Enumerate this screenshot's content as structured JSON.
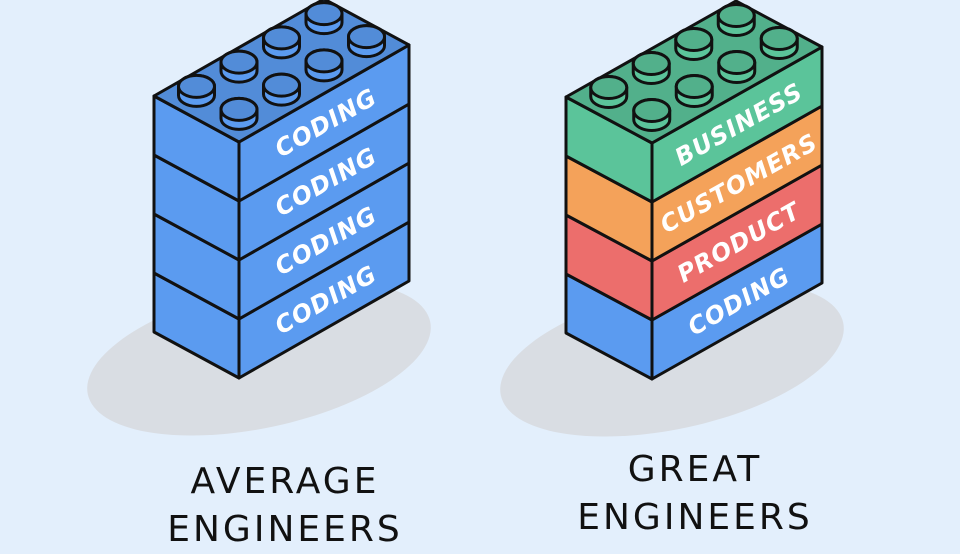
{
  "background": "#e3effc",
  "colors": {
    "coding": "#5b9bf0",
    "business": "#5bc49a",
    "customers": "#f4a25a",
    "product": "#ec6e6c",
    "outline": "#111111",
    "shadow": "#d9dde3"
  },
  "left": {
    "caption_line1": "AVERAGE",
    "caption_line2": "ENGINEERS",
    "layers": [
      {
        "label": "CODING",
        "color": "#5b9bf0"
      },
      {
        "label": "CODING",
        "color": "#5b9bf0"
      },
      {
        "label": "CODING",
        "color": "#5b9bf0"
      },
      {
        "label": "CODING",
        "color": "#5b9bf0"
      }
    ]
  },
  "right": {
    "caption_line1": "GREAT",
    "caption_line2": "ENGINEERS",
    "layers": [
      {
        "label": "BUSINESS",
        "color": "#5bc49a"
      },
      {
        "label": "CUSTOMERS",
        "color": "#f4a25a"
      },
      {
        "label": "PRODUCT",
        "color": "#ec6e6c"
      },
      {
        "label": "CODING",
        "color": "#5b9bf0"
      }
    ]
  }
}
